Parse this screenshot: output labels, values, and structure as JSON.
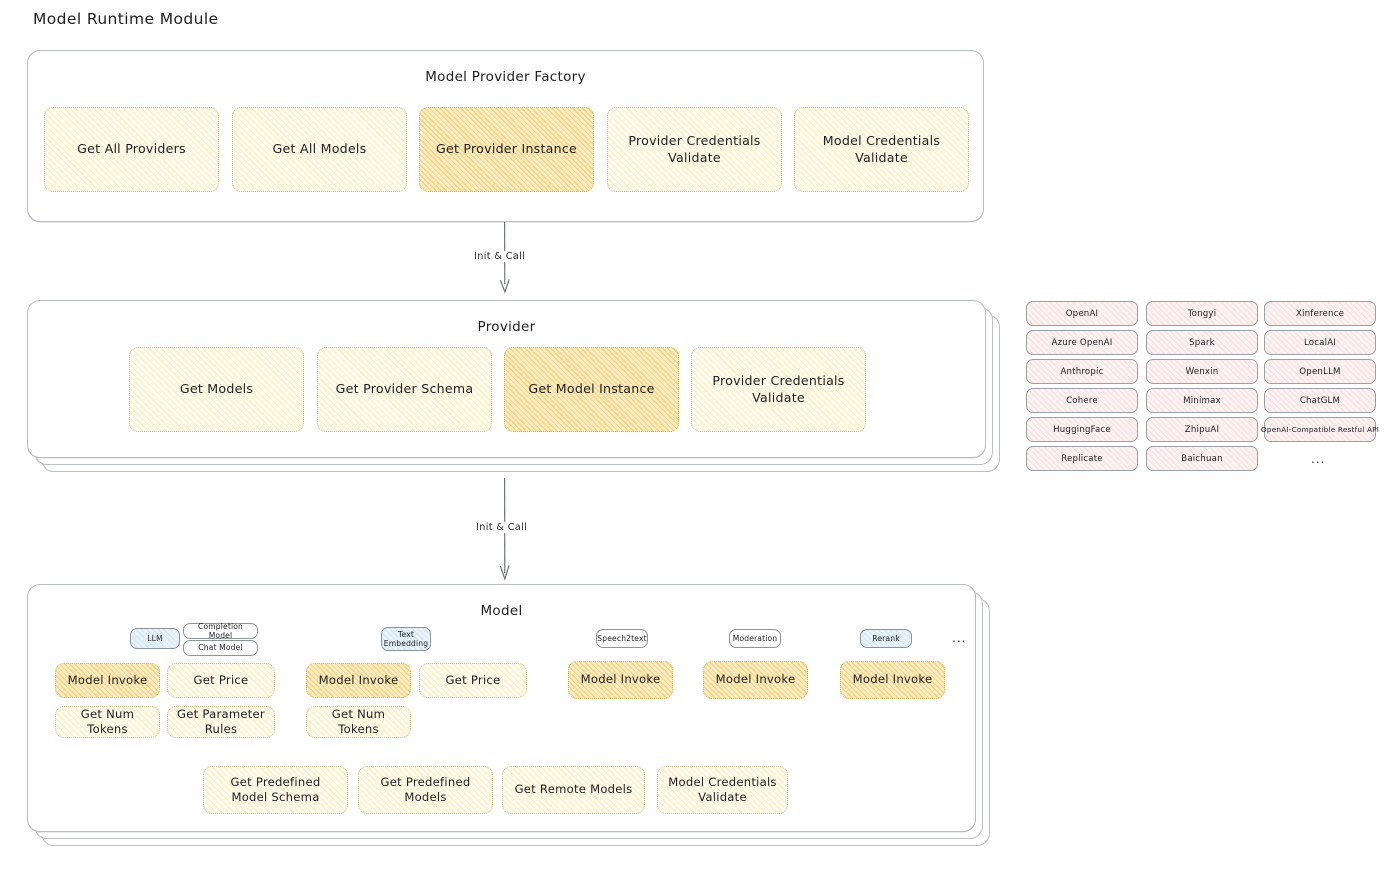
{
  "page": {
    "title": "Model Runtime Module"
  },
  "factory": {
    "title": "Model Provider Factory",
    "methods": [
      {
        "label": "Get All Providers",
        "highlighted": false
      },
      {
        "label": "Get All Models",
        "highlighted": false
      },
      {
        "label": "Get Provider Instance",
        "highlighted": true
      },
      {
        "label": "Provider Credentials Validate",
        "highlighted": false
      },
      {
        "label": "Model Credentials Validate",
        "highlighted": false
      }
    ]
  },
  "arrow1": {
    "label": "Init & Call"
  },
  "provider": {
    "title": "Provider",
    "methods": [
      {
        "label": "Get Models",
        "highlighted": false
      },
      {
        "label": "Get Provider Schema",
        "highlighted": false
      },
      {
        "label": "Get Model Instance",
        "highlighted": true
      },
      {
        "label": "Provider Credentials Validate",
        "highlighted": false
      }
    ]
  },
  "provider_list": {
    "columns": [
      {
        "items": [
          "OpenAI",
          "Azure OpenAI",
          "Anthropic",
          "Cohere",
          "HuggingFace",
          "Replicate"
        ]
      },
      {
        "items": [
          "Tongyi",
          "Spark",
          "Wenxin",
          "Minimax",
          "ZhipuAI",
          "Baichuan"
        ]
      },
      {
        "items": [
          "Xinference",
          "LocalAI",
          "OpenLLM",
          "ChatGLM",
          "OpenAI-Compatible Restful API"
        ]
      }
    ],
    "more": "..."
  },
  "arrow2": {
    "label": "Init & Call"
  },
  "model": {
    "title": "Model",
    "more": "...",
    "types": [
      {
        "name": "LLM",
        "style": "blue",
        "subtypes": [
          "Completion Model",
          "Chat Model"
        ],
        "methods_row1": [
          "Model Invoke",
          "Get Price"
        ],
        "methods_row2": [
          "Get Num Tokens",
          "Get Parameter Rules"
        ]
      },
      {
        "name": "Text Embedding",
        "style": "blue",
        "subtypes": [],
        "methods_row1": [
          "Model Invoke",
          "Get Price"
        ],
        "methods_row2": [
          "Get Num Tokens"
        ]
      },
      {
        "name": "Speech2text",
        "style": "white",
        "subtypes": [],
        "methods_row1": [
          "Model Invoke"
        ],
        "methods_row2": []
      },
      {
        "name": "Moderation",
        "style": "white",
        "subtypes": [],
        "methods_row1": [
          "Model Invoke"
        ],
        "methods_row2": []
      },
      {
        "name": "Rerank",
        "style": "blue",
        "subtypes": [],
        "methods_row1": [
          "Model Invoke"
        ],
        "methods_row2": []
      }
    ],
    "shared_methods": [
      "Get Predefined Model Schema",
      "Get Predefined Models",
      "Get Remote Models",
      "Model Credentials Validate"
    ]
  },
  "colors": {
    "box_fill": "#fefaec",
    "box_fill_highlight": "#fdeec6",
    "box_border": "#cfc59a",
    "chip_pink": "#fdf1f1",
    "chip_blue": "#e7f2fa",
    "panel_border": "#b9bcc2",
    "text": "#1e1e1e"
  }
}
